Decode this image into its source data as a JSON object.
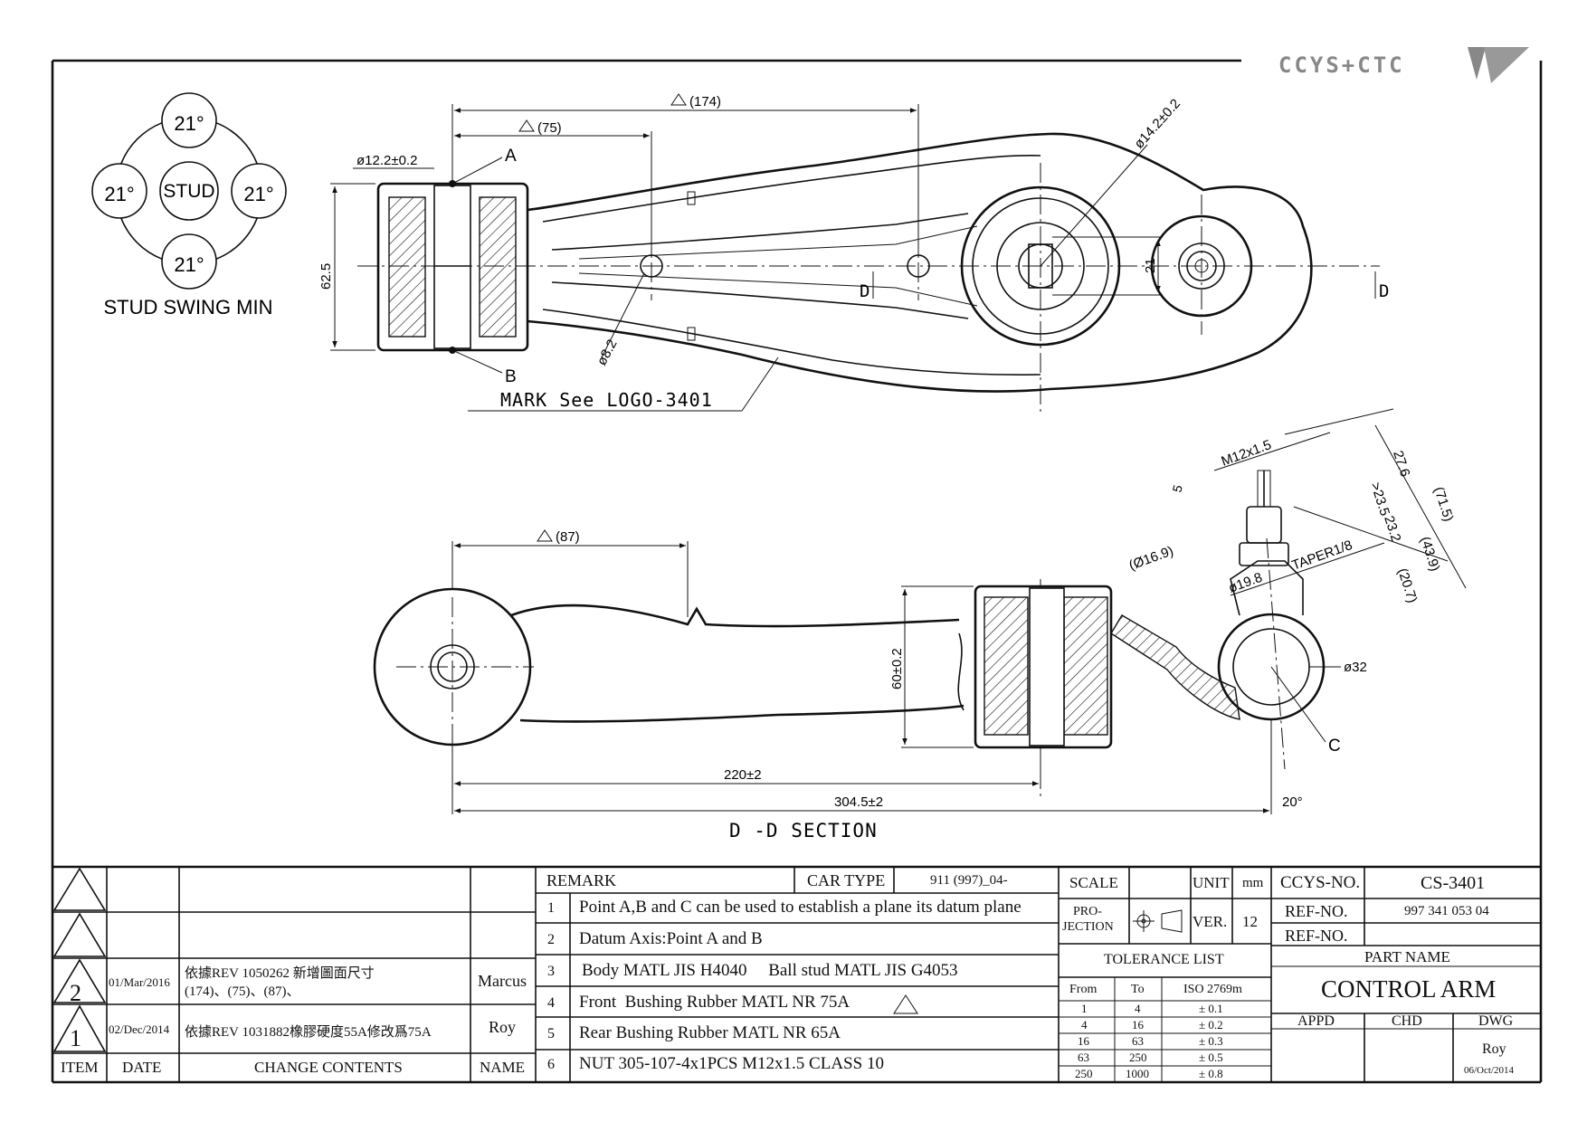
{
  "brand": {
    "text": "CCYS+CTC"
  },
  "stud_swing": {
    "center": "STUD",
    "angles": [
      "21°",
      "21°",
      "21°",
      "21°"
    ],
    "caption": "STUD SWING MIN"
  },
  "top_view": {
    "dim_174": "(174)",
    "dim_75": "(75)",
    "dim_12_2": "ø12.2±0.2",
    "dim_14_2": "ø14.2±0.2",
    "dim_62_5": "62.5",
    "dim_8_2": "ø8.2",
    "dim_21": "21",
    "point_a": "A",
    "point_b": "B",
    "section_d_left": "D",
    "section_d_right": "D",
    "mark_note": "MARK See LOGO-3401"
  },
  "section_view": {
    "dim_87": "(87)",
    "dim_60": "60±0.2",
    "dim_220": "220±2",
    "dim_304": "304.5±2",
    "dim_20deg": "20°",
    "dim_m12": "M12x1.5",
    "dim_5": "5",
    "dim_23_5": ">23.5",
    "dim_27_6": "27.6",
    "dim_71_5": "(71.5)",
    "dim_23_2": "23.2",
    "dim_43_9": "(43.9)",
    "dim_20_7": "(20.7)",
    "dim_16_9": "(Ø16.9)",
    "dim_19_8": "ø19.8",
    "taper": "TAPER1/8",
    "dim_32": "ø32",
    "point_c": "C",
    "section_title": "D -D SECTION"
  },
  "revisions": {
    "rows": [
      {
        "item": "",
        "date": "",
        "contents": "",
        "name": ""
      },
      {
        "item": "",
        "date": "",
        "contents": "",
        "name": ""
      },
      {
        "item": "2",
        "date": "01/Mar/2016",
        "contents_line1": "依據REV 1050262  新增圖面尺寸",
        "contents_line2": "(174)、(75)、(87)、",
        "name": "Marcus"
      },
      {
        "item": "1",
        "date": "02/Dec/2014",
        "contents_line1": "依據REV 1031882橡膠硬度55A修改爲75A",
        "contents_line2": "",
        "name": "Roy"
      }
    ],
    "headers": {
      "item": "ITEM",
      "date": "DATE",
      "contents": "CHANGE CONTENTS",
      "name": "NAME"
    }
  },
  "remarks": {
    "header": "REMARK",
    "car_type_label": "CAR TYPE",
    "car_type_value": "911 (997)_04-",
    "items": [
      {
        "no": "1",
        "text": "Point A,B and C can be used to establish a plane its datum plane"
      },
      {
        "no": "2",
        "text": "Datum Axis:Point A and B"
      },
      {
        "no": "3",
        "text": "Body MATL JIS H4040     Ball stud MATL JIS G4053"
      },
      {
        "no": "4",
        "text": "Front  Bushing Rubber MATL NR 75A"
      },
      {
        "no": "5",
        "text": "Rear Bushing Rubber MATL NR 65A"
      },
      {
        "no": "6",
        "text": "NUT 305-107-4x1PCS M12x1.5 CLASS 10"
      }
    ]
  },
  "tolerance": {
    "scale_label": "SCALE",
    "unit_label": "UNIT",
    "unit_value": "mm",
    "projection_label_1": "PRO-",
    "projection_label_2": "JECTION",
    "ver_label": "VER.",
    "ver_value": "12",
    "list_title": "TOLERANCE LIST",
    "headers": [
      "From",
      "To",
      "ISO 2769m"
    ],
    "rows": [
      [
        "1",
        "4",
        "± 0.1"
      ],
      [
        "4",
        "16",
        "± 0.2"
      ],
      [
        "16",
        "63",
        "± 0.3"
      ],
      [
        "63",
        "250",
        "± 0.5"
      ],
      [
        "250",
        "1000",
        "± 0.8"
      ]
    ]
  },
  "title_block": {
    "ccys_no_label": "CCYS-NO.",
    "ccys_no_value": "CS-3401",
    "ref_no_label": "REF-NO.",
    "ref_no_value": "997 341 053 04",
    "ref_no2_label": "REF-NO.",
    "ref_no2_value": "",
    "part_name_label": "PART NAME",
    "part_name_value": "CONTROL ARM",
    "appd_label": "APPD",
    "chd_label": "CHD",
    "dwg_label": "DWG",
    "dwg_name": "Roy",
    "dwg_date": "06/Oct/2014"
  }
}
